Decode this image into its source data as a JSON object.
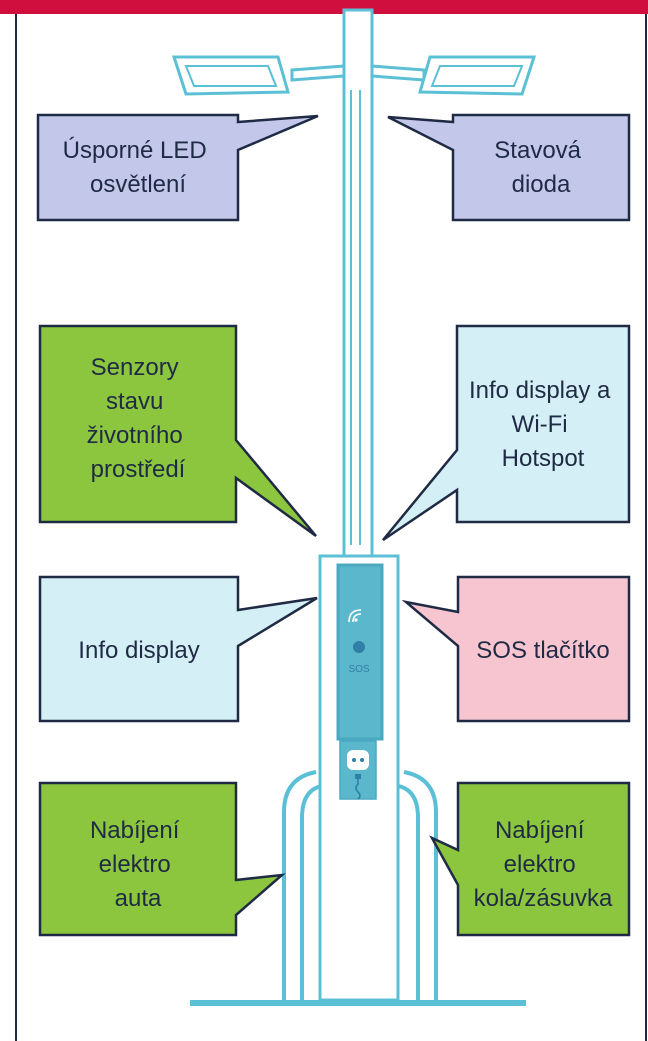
{
  "header": {
    "color": "#d10f3f"
  },
  "colors": {
    "pole_stroke": "#5bc0d6",
    "pole_fill": "#ffffff",
    "panel_fill": "#5bb7cc",
    "frame_border": "#1f2a44",
    "blue_box": "#c3c8ea",
    "green_box": "#8cc63f",
    "light_blue_box": "#d5eff6",
    "pink_box": "#f7c5d0",
    "box_border": "#1f2a44"
  },
  "pole_panel": {
    "wifi_icon": "wifi-icon",
    "button_icon": "sos-button-icon",
    "sos_label": "SOS"
  },
  "socket": {
    "icon": "power-socket-icon"
  },
  "callouts": {
    "led_lighting": {
      "lines": [
        "Úsporné LED",
        "osvětlení"
      ],
      "color": "blue"
    },
    "status_diode": {
      "lines": [
        "Stavová",
        "dioda"
      ],
      "color": "blue"
    },
    "env_sensors": {
      "lines": [
        "Senzory",
        "stavu",
        "životního",
        "prostředí"
      ],
      "color": "green"
    },
    "info_wifi": {
      "lines": [
        "Info display a",
        "Wi-Fi",
        "Hotspot"
      ],
      "color": "light_blue"
    },
    "info_display": {
      "lines": [
        "Info display"
      ],
      "color": "light_blue"
    },
    "sos_button": {
      "lines": [
        "SOS tlačítko"
      ],
      "color": "pink"
    },
    "ev_car_charging": {
      "lines": [
        "Nabíjení",
        "elektro",
        "auta"
      ],
      "color": "green"
    },
    "ebike_charging": {
      "lines": [
        "Nabíjení",
        "elektro",
        "kola/zásuvka"
      ],
      "color": "green"
    }
  }
}
